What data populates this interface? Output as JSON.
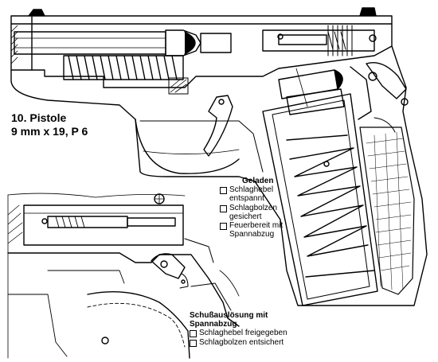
{
  "figure": {
    "title": "10.  Pistole",
    "subtitle": "9 mm x 19, P 6"
  },
  "state_loaded": {
    "heading": "Geladen",
    "options": [
      {
        "text": "Schlaghebel entspannt"
      },
      {
        "text": "Schlagbolzen gesichert"
      },
      {
        "text": "Feuerbereit mit Spannabzug"
      }
    ]
  },
  "state_firing": {
    "heading": "Schußauslösung mit Spannabzug",
    "options": [
      {
        "text": "Schlaghebel freigegeben"
      },
      {
        "text": "Schlagbolzen entsichert"
      }
    ]
  },
  "colors": {
    "ink": "#000000",
    "paper": "#ffffff"
  }
}
